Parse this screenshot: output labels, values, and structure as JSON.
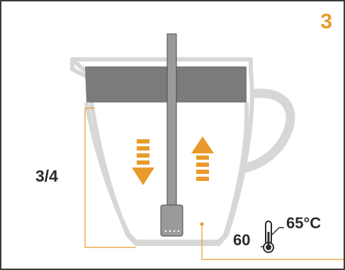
{
  "step_number": "3",
  "fill_level": "3/4",
  "temperature": {
    "low": "60",
    "high": "65°C"
  },
  "colors": {
    "accent": "#e99a2c",
    "jug_outline": "#d7d7d7",
    "milk_surface": "#7b7b7b",
    "wand": "#9a9a9a",
    "text": "#2b2b2b",
    "frame": "#3a3a3a"
  },
  "icons": [
    "arrow-down-icon",
    "arrow-up-icon",
    "thermometer-icon",
    "steam-wand-icon"
  ]
}
